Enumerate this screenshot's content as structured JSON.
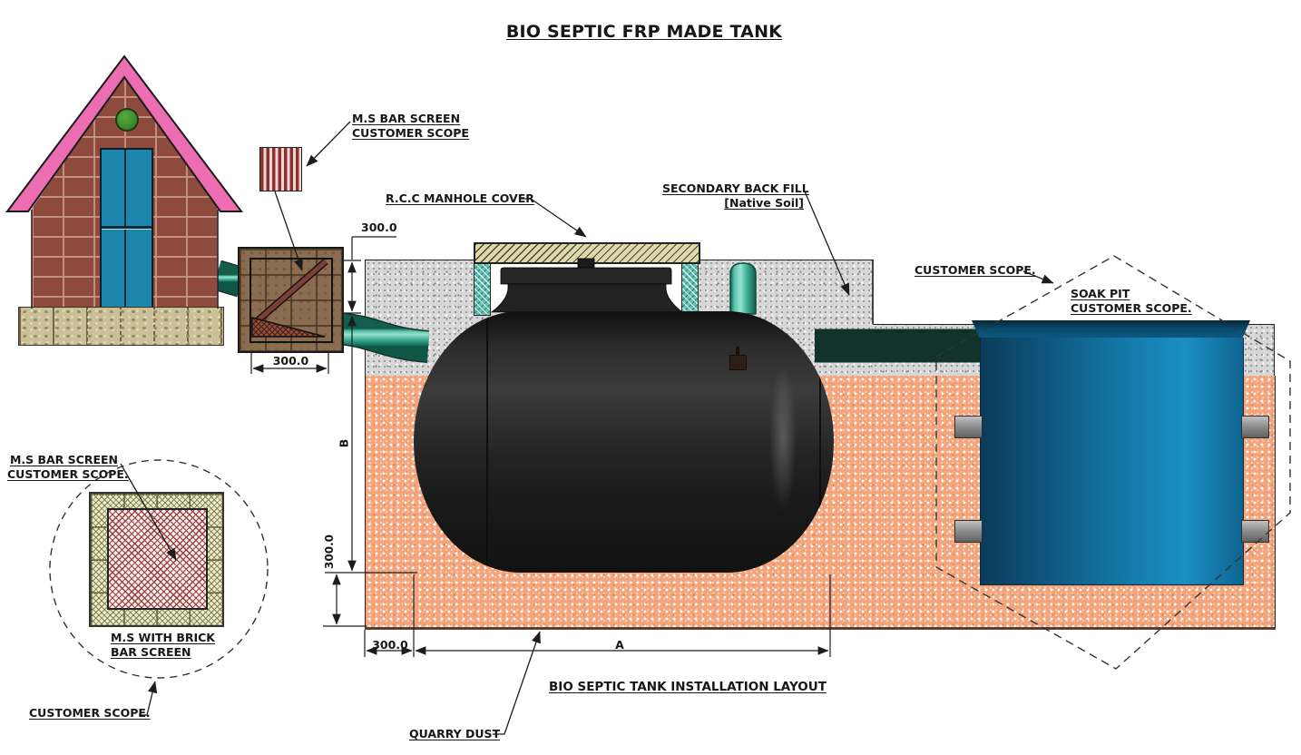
{
  "title": "BIO SEPTIC FRP MADE TANK",
  "labels": {
    "bar_screen_top_1": "M.S BAR SCREEN",
    "bar_screen_top_2": "CUSTOMER SCOPE",
    "rcc_manhole": "R.C.C MANHOLE COVER",
    "backfill_1": "SECONDARY BACK FILL",
    "backfill_2": "[Native Soil]",
    "customer_scope_right": "CUSTOMER SCOPE.",
    "soak_pit_1": "SOAK PIT",
    "soak_pit_2": "CUSTOMER SCOPE.",
    "layout": "BIO SEPTIC TANK INSTALLATION LAYOUT",
    "quarry_dust": "QUARRY DUST",
    "detail_screen_1": "M.S BAR SCREEN",
    "detail_screen_2": "CUSTOMER SCOPE.",
    "detail_brick_1": "M.S WITH BRICK",
    "detail_brick_2": "BAR SCREEN",
    "detail_customer_scope": "CUSTOMER SCOPE."
  },
  "dimensions": {
    "cover_depth": "300.0",
    "chamber_width": "300.0",
    "tank_depth_label": "B",
    "base_thickness": "300.0",
    "side_offset": "300.0",
    "tank_length_label": "A"
  },
  "colors": {
    "pipe_teal": "#49bda4",
    "tank_black": "#1e1e1e",
    "soak_pit_blue": "#1479a8",
    "quarry_orange": "#f3a57e",
    "concrete_gray": "#d7d7d7",
    "roof_pink": "#ec6db2",
    "brick_red": "#8d4a3d",
    "door_teal": "#1c86ae",
    "chamber_brown": "#8a6d50",
    "slab_khaki": "#ded8ab",
    "line_dark": "#1c1c1c"
  }
}
